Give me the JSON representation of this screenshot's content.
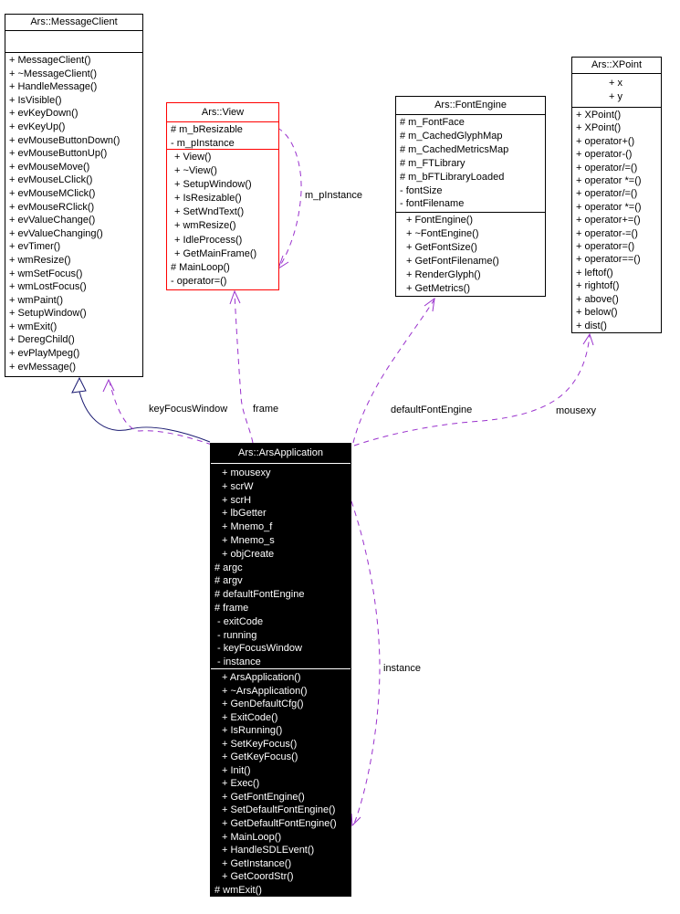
{
  "diagram_type": "uml-collaboration-diagram",
  "colors": {
    "background": "#ffffff",
    "node_border": "#000000",
    "node_fill": "#ffffff",
    "highlight_border": "#ff0000",
    "selected_node_bg": "#000000",
    "selected_node_fg": "#ffffff",
    "inheritance_edge": "#191970",
    "usage_edge": "#9a32cd",
    "edge_label_color": "#000000"
  },
  "classes": [
    {
      "id": "messageclient",
      "name": "Ars::MessageClient",
      "attributes": [],
      "methods": [
        "+ MessageClient()",
        "+ ~MessageClient()",
        "+ HandleMessage()",
        "+ IsVisible()",
        "+ evKeyDown()",
        "+ evKeyUp()",
        "+ evMouseButtonDown()",
        "+ evMouseButtonUp()",
        "+ evMouseMove()",
        "+ evMouseLClick()",
        "+ evMouseMClick()",
        "+ evMouseRClick()",
        "+ evValueChange()",
        "+ evValueChanging()",
        "+ evTimer()",
        "+ wmResize()",
        "+ wmSetFocus()",
        "+ wmLostFocus()",
        "+ wmPaint()",
        "+ SetupWindow()",
        "+ wmExit()",
        "+ DeregChild()",
        "+ evPlayMpeg()",
        "+ evMessage()"
      ]
    },
    {
      "id": "view",
      "name": "Ars::View",
      "border_color": "#ff0000",
      "attributes": [
        "# m_bResizable",
        "- m_pInstance"
      ],
      "methods": [
        "+ View()",
        "+ ~View()",
        "+ SetupWindow()",
        "+ IsResizable()",
        "+ SetWndText()",
        "+ wmResize()",
        "+ IdleProcess()",
        "+ GetMainFrame()",
        "# MainLoop()",
        "- operator=()"
      ]
    },
    {
      "id": "fontengine",
      "name": "Ars::FontEngine",
      "attributes": [
        "# m_FontFace",
        "# m_CachedGlyphMap",
        "# m_CachedMetricsMap",
        "# m_FTLibrary",
        "# m_bFTLibraryLoaded",
        "- fontSize",
        "- fontFilename"
      ],
      "methods": [
        "+ FontEngine()",
        "+ ~FontEngine()",
        "+ GetFontSize()",
        "+ GetFontFilename()",
        "+ RenderGlyph()",
        "+ GetMetrics()"
      ]
    },
    {
      "id": "xpoint",
      "name": "Ars::XPoint",
      "attributes": [
        "+ x",
        "+ y"
      ],
      "methods": [
        "+ XPoint()",
        "+ XPoint()",
        "+ operator+()",
        "+ operator-()",
        "+ operator/=()",
        "+ operator *=()",
        "+ operator/=()",
        "+ operator *=()",
        "+ operator+=()",
        "+ operator-=()",
        "+ operator=()",
        "+ operator==()",
        "+ leftof()",
        "+ rightof()",
        "+ above()",
        "+ below()",
        "+ dist()"
      ]
    },
    {
      "id": "arsapplication",
      "name": "Ars::ArsApplication",
      "bg": "#000000",
      "fg": "#ffffff",
      "attributes": [
        "+ mousexy",
        "+ scrW",
        "+ scrH",
        "+ lbGetter",
        "+ Mnemo_f",
        "+ Mnemo_s",
        "+ objCreate",
        "# argc",
        "# argv",
        "# defaultFontEngine",
        "# frame",
        "- exitCode",
        "- running",
        "- keyFocusWindow",
        "- instance"
      ],
      "methods": [
        "+ ArsApplication()",
        "+ ~ArsApplication()",
        "+ GenDefaultCfg()",
        "+ ExitCode()",
        "+ IsRunning()",
        "+ SetKeyFocus()",
        "+ GetKeyFocus()",
        "+ Init()",
        "+ Exec()",
        "+ GetFontEngine()",
        "+ SetDefaultFontEngine()",
        "+ GetDefaultFontEngine()",
        "+ MainLoop()",
        "+ HandleSDLEvent()",
        "+ GetInstance()",
        "+ GetCoordStr()",
        "# wmExit()"
      ]
    }
  ],
  "edges": [
    {
      "label": "",
      "type": "inheritance",
      "from": "Ars::ArsApplication",
      "to": "Ars::MessageClient"
    },
    {
      "label": "keyFocusWindow",
      "type": "usage",
      "from": "Ars::ArsApplication",
      "to": "Ars::MessageClient"
    },
    {
      "label": "frame",
      "type": "usage",
      "from": "Ars::ArsApplication",
      "to": "Ars::View"
    },
    {
      "label": "m_pInstance",
      "type": "usage",
      "from": "Ars::View",
      "to": "Ars::View"
    },
    {
      "label": "defaultFontEngine",
      "type": "usage",
      "from": "Ars::ArsApplication",
      "to": "Ars::FontEngine"
    },
    {
      "label": "mousexy",
      "type": "usage",
      "from": "Ars::ArsApplication",
      "to": "Ars::XPoint"
    },
    {
      "label": "instance",
      "type": "usage",
      "from": "Ars::ArsApplication",
      "to": "Ars::ArsApplication"
    }
  ]
}
